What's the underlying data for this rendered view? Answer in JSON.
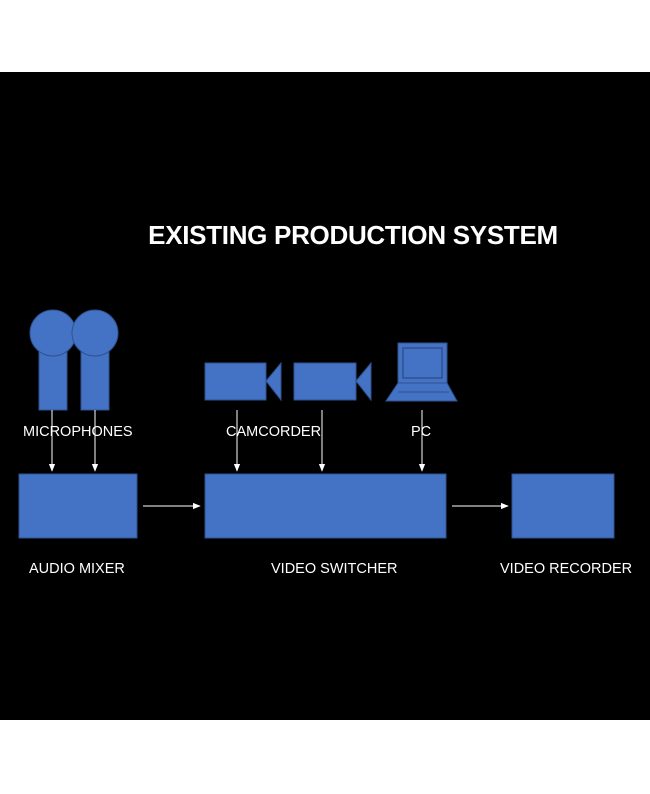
{
  "title": "EXISTING PRODUCTION SYSTEM",
  "colors": {
    "background": "#000000",
    "shape": "#4472c4",
    "shape_stroke": "#2f528f",
    "text": "#ffffff",
    "arrow": "#ffffff"
  },
  "icons": [
    "microphone-icon",
    "microphone-icon",
    "camcorder-icon",
    "camcorder-icon",
    "pc-icon"
  ],
  "labels": {
    "microphones": "MICROPHONES",
    "camcorder": "CAMCORDER",
    "pc": "PC",
    "audio_mixer": "AUDIO MIXER",
    "video_switcher": "VIDEO SWITCHER",
    "video_recorder": "VIDEO RECORDER"
  }
}
